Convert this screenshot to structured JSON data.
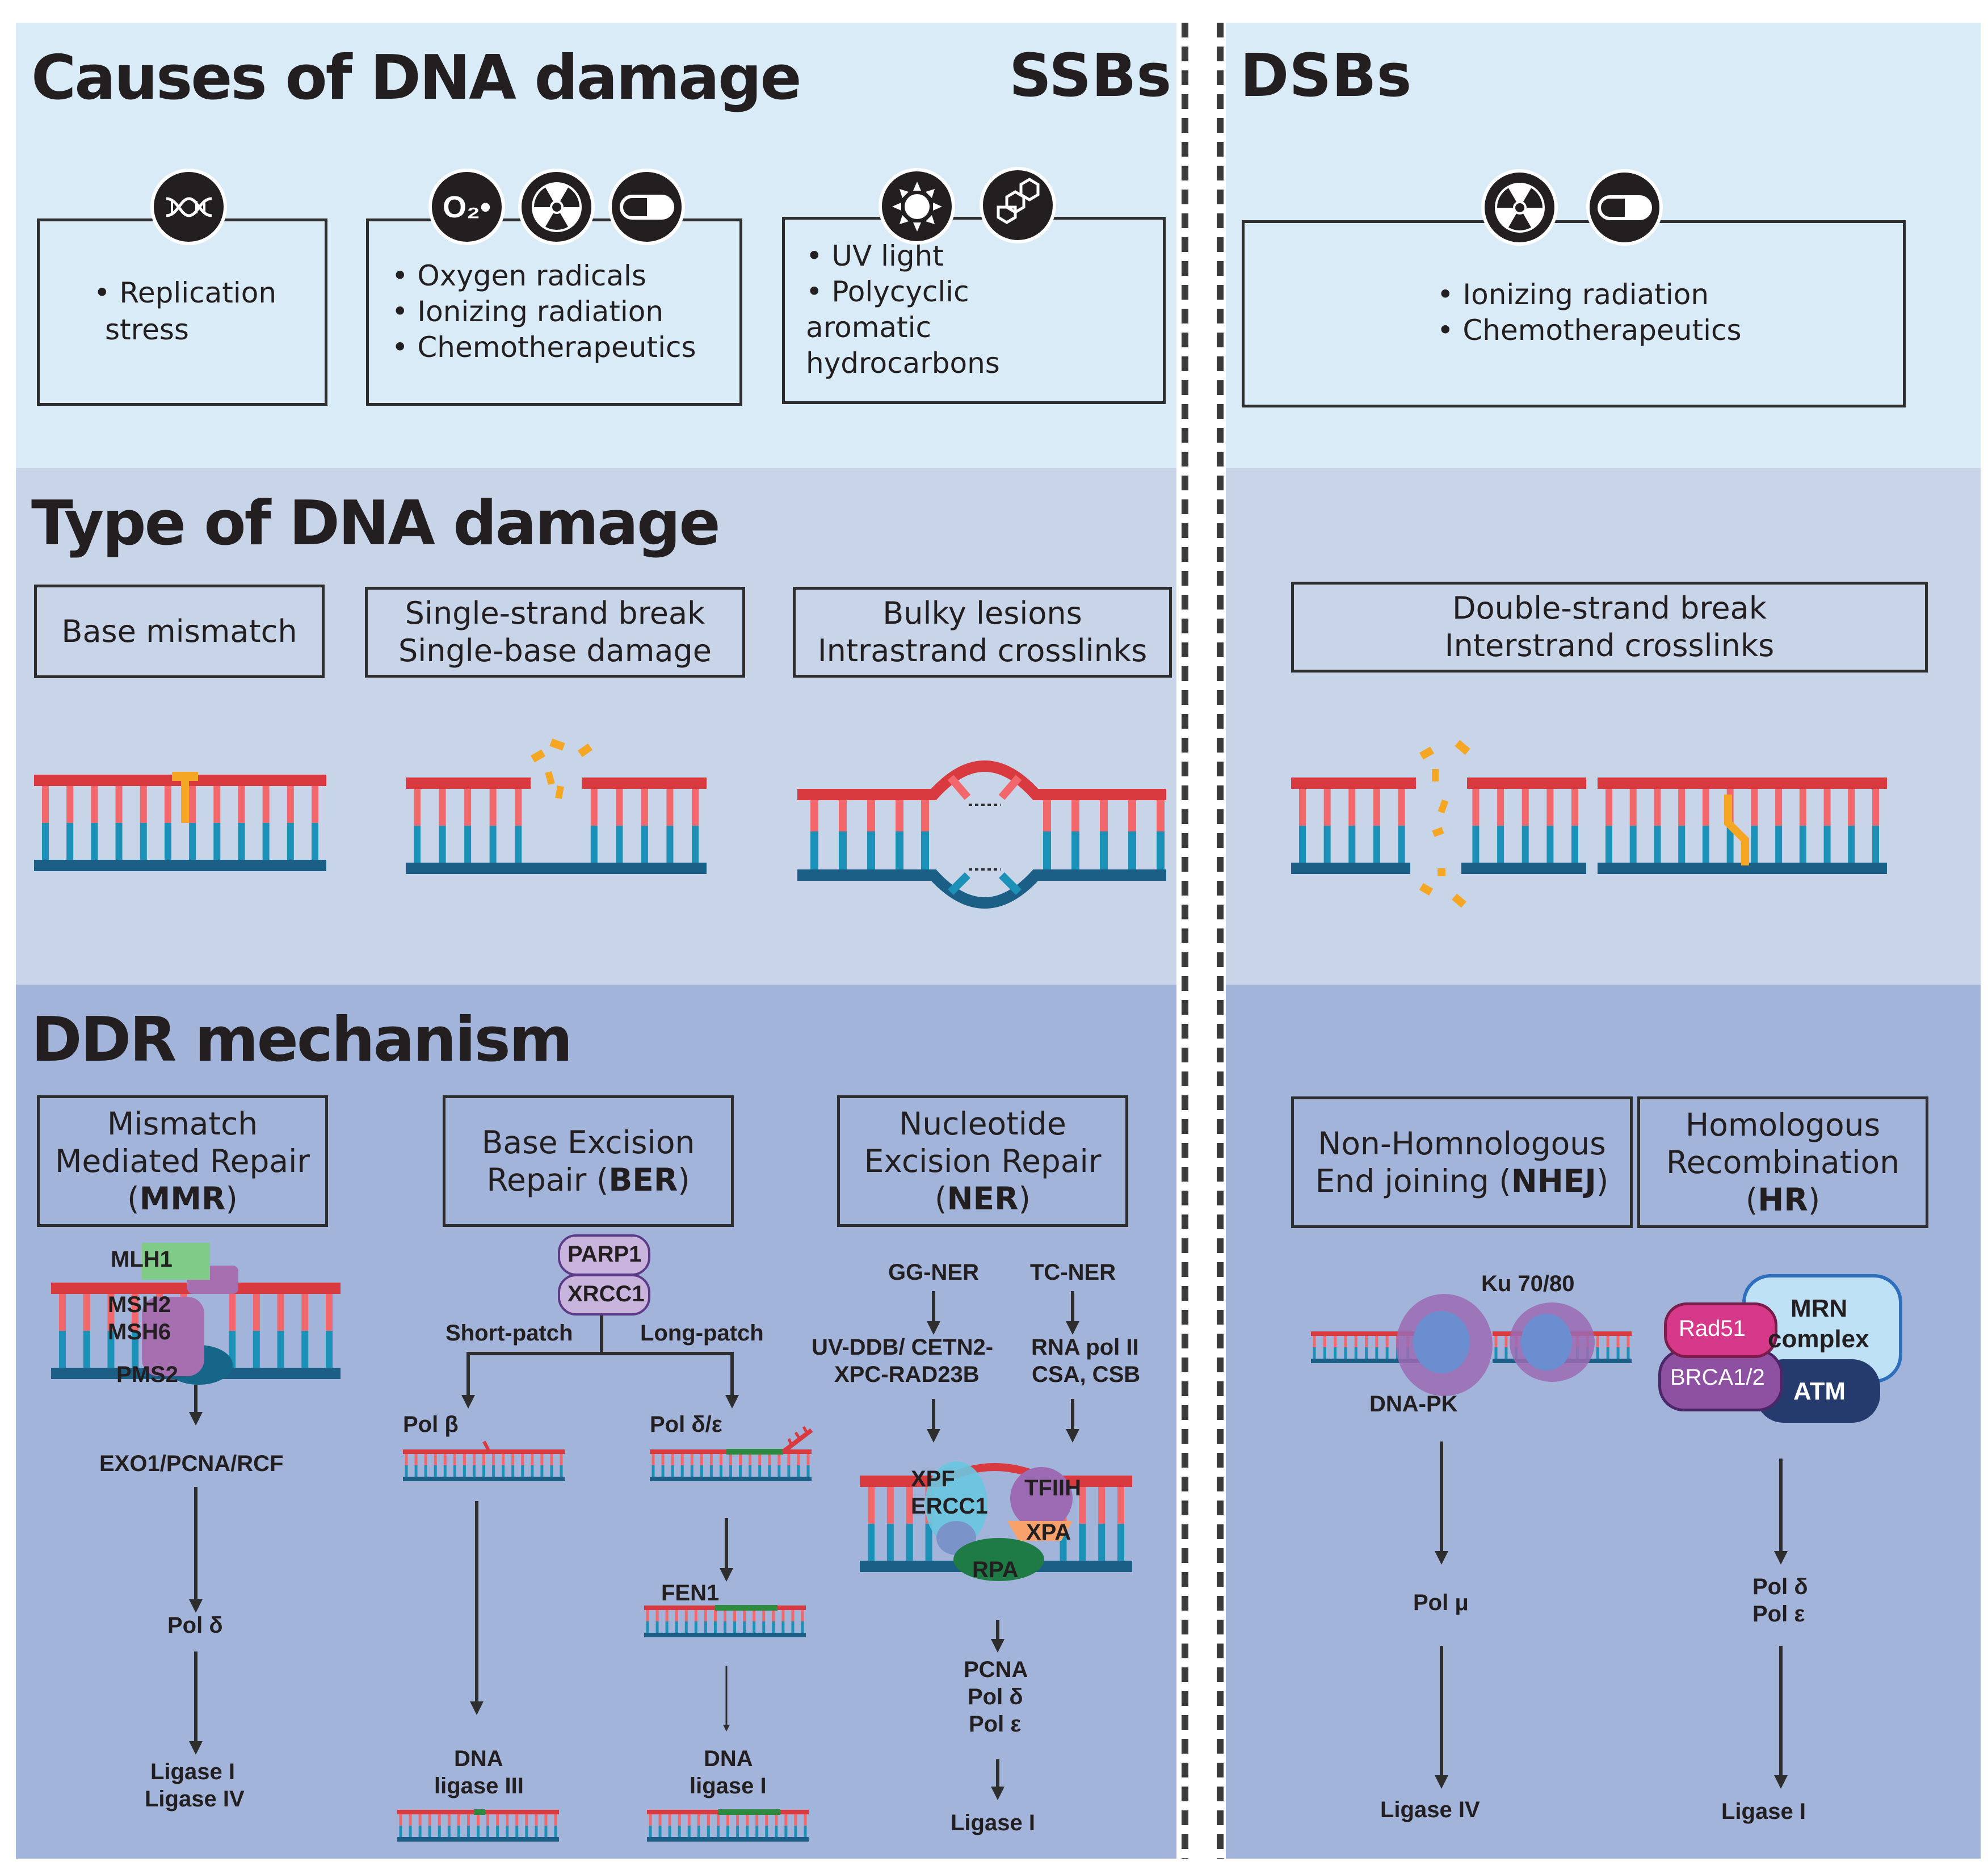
{
  "headers": {
    "causes_title": "Causes of DNA damage",
    "type_title": "Type of DNA damage",
    "ddr_title": "DDR mechanism",
    "ssb_label": "SSBs",
    "dsb_label": "DSBs"
  },
  "causes": {
    "replication": [
      "• Replication",
      "  stress"
    ],
    "oxidative": [
      "• Oxygen radicals",
      "• Ionizing radiation",
      "• Chemotherapeutics"
    ],
    "uv": [
      "• UV light",
      "• Polycyclic",
      "aromatic",
      "hydrocarbons"
    ],
    "dsb": [
      "• Ionizing radiation",
      "• Chemotherapeutics"
    ],
    "oxygen_icon_text": "O₂•"
  },
  "damage_types": {
    "mismatch": "Base mismatch",
    "ssb": [
      "Single-strand break",
      "Single-base damage"
    ],
    "bulky": [
      "Bulky lesions",
      "Intrastrand crosslinks"
    ],
    "dsb": [
      "Double-strand break",
      "Interstrand crosslinks"
    ]
  },
  "mechanisms": {
    "mmr": {
      "line1": "Mismatch",
      "line2": "Mediated Repair",
      "open": "(",
      "abbr": "MMR",
      "close": ")"
    },
    "ber": {
      "line1": "Base Excision",
      "line2": "Repair (",
      "abbr": "BER",
      "close": ")"
    },
    "ner": {
      "line1": "Nucleotide",
      "line2": "Excision Repair",
      "open": "(",
      "abbr": "NER",
      "close": ")"
    },
    "nhej": {
      "line1": "Non-Homnologous",
      "line2": "End joining (",
      "abbr": "NHEJ",
      "close": ")"
    },
    "hr": {
      "line1": "Homologous",
      "line2": "Recombination",
      "open": "(",
      "abbr": "HR",
      "close": ")"
    }
  },
  "mmr_path": {
    "mlh1": "MLH1",
    "msh2": "MSH2",
    "msh6": "MSH6",
    "pms2": "PMS2",
    "step1": "EXO1/PCNA/RCF",
    "step2": "Pol δ",
    "step3": [
      "Ligase I",
      "Ligase IV"
    ]
  },
  "ber_path": {
    "parp1": "PARP1",
    "xrcc1": "XRCC1",
    "short_patch": "Short-patch",
    "long_patch": "Long-patch",
    "pol_beta": "Pol β",
    "pol_delta_eps": "Pol δ/ε",
    "fen1": "FEN1",
    "lig3": [
      "DNA",
      "ligase III"
    ],
    "lig1": [
      "DNA",
      "ligase I"
    ]
  },
  "ner_path": {
    "gg": "GG-NER",
    "tc": "TC-NER",
    "gg_factors": [
      "UV-DDB/ CETN2-",
      "XPC-RAD23B"
    ],
    "tc_factors": [
      "RNA pol II",
      "CSA, CSB"
    ],
    "xpf": [
      "XPF",
      "ERCC1"
    ],
    "tfiih": "TFIIH",
    "xpa": "XPA",
    "rpa": "RPA",
    "step": [
      "PCNA",
      "Pol δ",
      "Pol ε"
    ],
    "ligase": "Ligase I"
  },
  "nhej_path": {
    "ku": "Ku 70/80",
    "dnapk": "DNA-PK",
    "pol": "Pol μ",
    "ligase": "Ligase IV"
  },
  "hr_path": {
    "mrn": [
      "MRN",
      "complex"
    ],
    "rad51": "Rad51",
    "brca": "BRCA1/2",
    "atm": "ATM",
    "pol": [
      "Pol δ",
      "Pol ε"
    ],
    "ligase": "Ligase I"
  },
  "colors": {
    "strand_red": "#d93a3f",
    "rung_red": "#f1676b",
    "strand_blue": "#1b5f86",
    "rung_blue": "#1c91b7",
    "lesion_orange": "#f5a623",
    "repair_green": "#2d8a3e"
  }
}
